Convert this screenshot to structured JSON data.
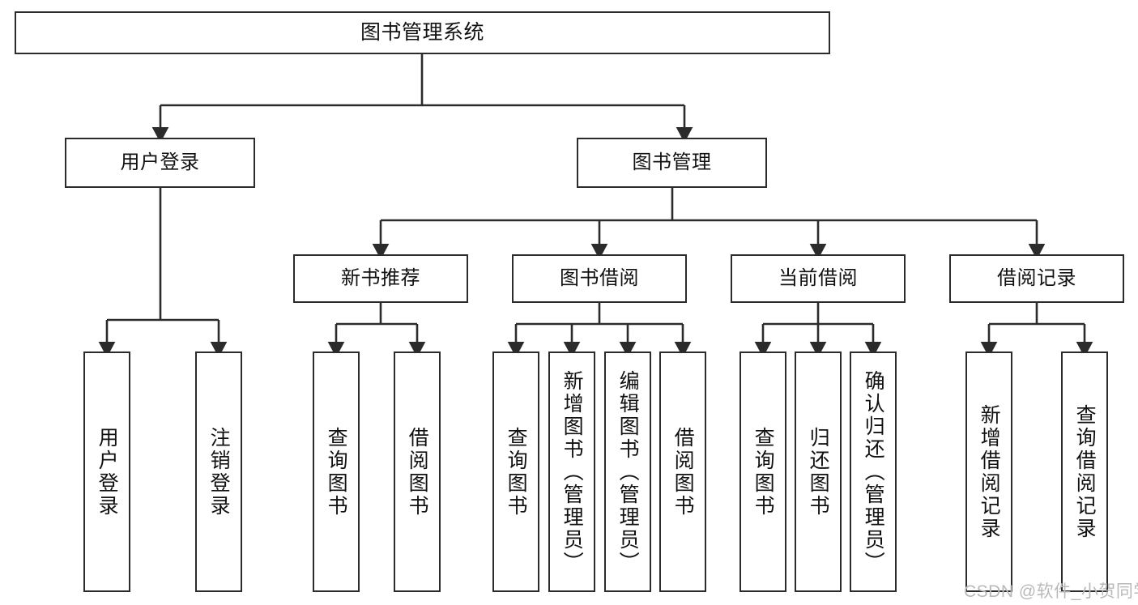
{
  "diagram": {
    "type": "tree",
    "title": "图书管理系统",
    "root": {
      "label": "图书管理系统"
    },
    "level2": [
      {
        "label": "用户登录"
      },
      {
        "label": "图书管理"
      }
    ],
    "level3": [
      {
        "label": "新书推荐"
      },
      {
        "label": "图书借阅"
      },
      {
        "label": "当前借阅"
      },
      {
        "label": "借阅记录"
      }
    ],
    "leaves": {
      "user_login": [
        {
          "label": "用户登录"
        },
        {
          "label": "注销登录"
        }
      ],
      "new_book_recommend": [
        {
          "label": "查询图书"
        },
        {
          "label": "借阅图书"
        }
      ],
      "book_borrow": [
        {
          "label": "查询图书"
        },
        {
          "label": "新增图书（管理员）"
        },
        {
          "label": "编辑图书（管理员）"
        },
        {
          "label": "借阅图书"
        }
      ],
      "current_borrow": [
        {
          "label": "查询图书"
        },
        {
          "label": "归还图书"
        },
        {
          "label": "确认归还（管理员）"
        }
      ],
      "borrow_record": [
        {
          "label": "新增借阅记录"
        },
        {
          "label": "查询借阅记录"
        }
      ]
    }
  },
  "watermark": {
    "text": "CSDN @软件_小贺同学"
  },
  "colors": {
    "box_border": "#2b2b2b",
    "box_fill": "#ffffff",
    "line": "#2b2b2b",
    "text": "#111111",
    "watermark": "#b9b9b9"
  }
}
